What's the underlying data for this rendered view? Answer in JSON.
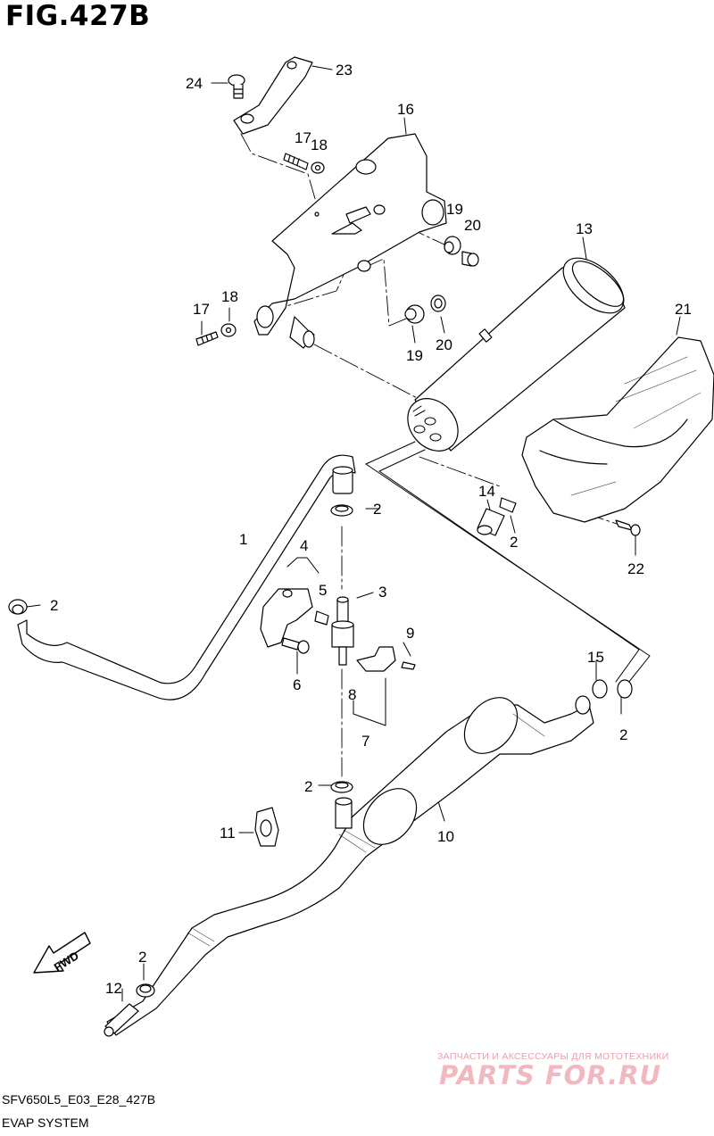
{
  "header": {
    "figure_title": "FIG.427B"
  },
  "footer": {
    "drawing_code": "SFV650L5_E03_E28_427B",
    "section_title": "EVAP SYSTEM"
  },
  "watermark": {
    "tagline": "ЗАПЧАСТИ И АКСЕССУАРЫ ДЛЯ МОТОТЕХНИКИ",
    "logo_text": "PARTS FOR.RU"
  },
  "direction_marker": {
    "label": "FWD"
  },
  "callouts": {
    "c24": "24",
    "c23": "23",
    "c16": "16",
    "c17a": "17",
    "c18a": "18",
    "c19a": "19",
    "c20a": "20",
    "c13": "13",
    "c21": "21",
    "c17b": "17",
    "c18b": "18",
    "c19b": "19",
    "c20b": "20",
    "c14": "14",
    "c2a": "2",
    "c2b": "2",
    "c22": "22",
    "c1": "1",
    "c2c": "2",
    "c4": "4",
    "c5": "5",
    "c3": "3",
    "c6": "6",
    "c9": "9",
    "c8": "8",
    "c7": "7",
    "c15": "15",
    "c2d": "2",
    "c2e": "2",
    "c10": "10",
    "c11": "11",
    "c2f": "2",
    "c12": "12"
  }
}
